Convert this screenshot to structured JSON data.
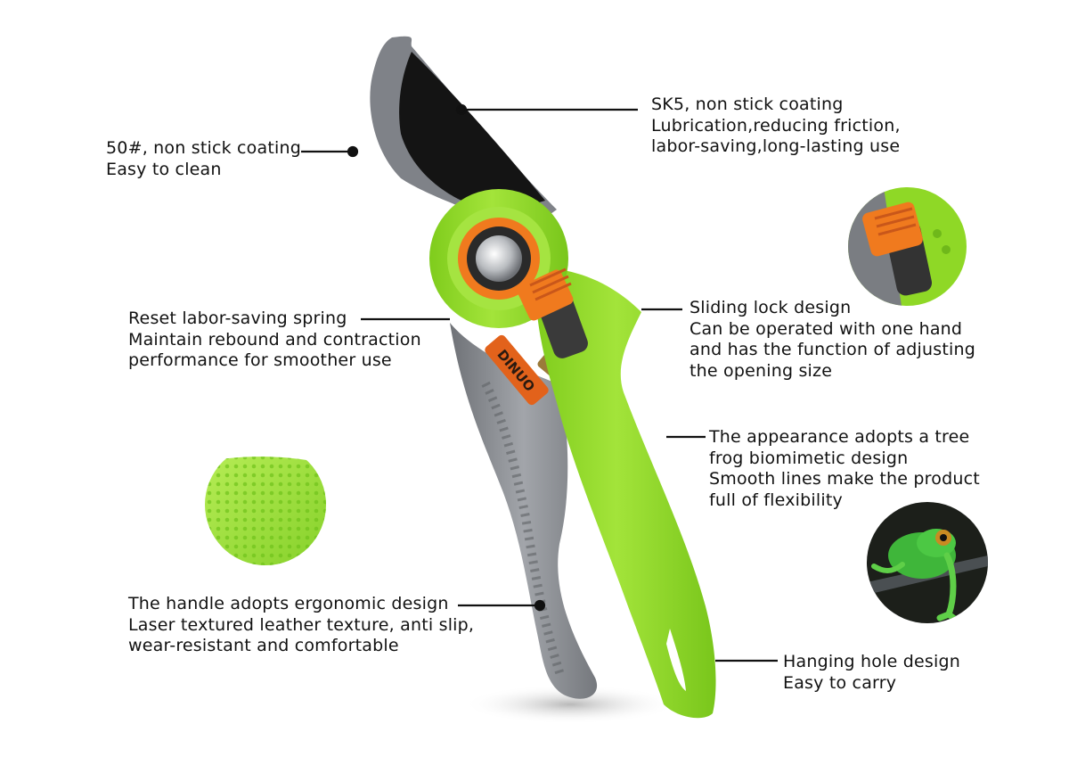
{
  "callouts": {
    "blade_lower": {
      "lines": [
        "50#, non stick coating",
        "Easy to clean"
      ]
    },
    "blade_upper": {
      "lines": [
        "SK5, non stick coating",
        "Lubrication,reducing friction,",
        "labor-saving,long-lasting use"
      ]
    },
    "spring": {
      "lines": [
        "Reset labor-saving spring",
        "Maintain rebound and contraction",
        "performance for smoother use"
      ]
    },
    "lock": {
      "lines": [
        "Sliding lock design",
        "Can be operated with one hand",
        "and has the function of adjusting",
        "the opening size"
      ]
    },
    "appearance": {
      "lines": [
        "The appearance adopts a tree",
        "frog biomimetic design",
        "Smooth lines make the product",
        "full of flexibility"
      ]
    },
    "handle": {
      "lines": [
        "The handle adopts ergonomic design",
        "Laser textured leather texture, anti slip,",
        "wear-resistant and comfortable"
      ]
    },
    "hanging": {
      "lines": [
        "Hanging hole design",
        "Easy to carry"
      ]
    }
  },
  "brand_mark": "DINUO",
  "colors": {
    "handle_green": "#8fd826",
    "handle_green_dark": "#6fb81a",
    "handle_gray": "#8a8d92",
    "accent_orange": "#f07a1e",
    "blade_black": "#141414",
    "blade_gray": "#7f8288",
    "leader_line": "#111111"
  },
  "insets": [
    "handle-texture-closeup",
    "sliding-lock-closeup",
    "tree-frog-photo"
  ]
}
